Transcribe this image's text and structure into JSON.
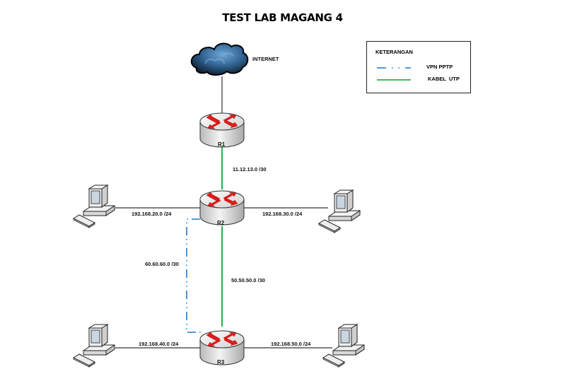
{
  "title": "TEST LAB MAGANG 4",
  "legend": {
    "title": "KETERANGAN",
    "items": [
      {
        "label": "VPN PPTP",
        "style": "dash-dot",
        "color": "#1f78c8"
      },
      {
        "label": "KABEL  UTP",
        "style": "solid",
        "color": "#22b24c"
      }
    ]
  },
  "nodes": {
    "internet": {
      "label": "INTERNET",
      "type": "cloud"
    },
    "r1": {
      "label": "R1",
      "type": "router"
    },
    "r2": {
      "label": "R2",
      "type": "router"
    },
    "r3": {
      "label": "R3",
      "type": "router"
    },
    "pc_r2_left": {
      "type": "computer"
    },
    "pc_r2_right": {
      "type": "computer"
    },
    "pc_r3_left": {
      "type": "computer"
    },
    "pc_r3_right": {
      "type": "computer"
    }
  },
  "links": {
    "internet_r1": {
      "label": "",
      "style": "plain"
    },
    "r1_r2": {
      "label": "11.12.13.0 /30",
      "style": "utp"
    },
    "r2_r3": {
      "label": "50.50.50.0 /30",
      "style": "utp"
    },
    "r2_r3_vpn": {
      "label": "60.60.60.0 /30",
      "style": "vpn"
    },
    "r2_pc_left": {
      "label": "192.168.20.0 /24",
      "style": "plain"
    },
    "r2_pc_right": {
      "label": "192.168.30.0 /24",
      "style": "plain"
    },
    "r3_pc_left": {
      "label": "192.168.40.0 /24",
      "style": "plain"
    },
    "r3_pc_right": {
      "label": "192.168.50.0 /24",
      "style": "plain"
    }
  },
  "colors": {
    "utp": "#22b24c",
    "vpn": "#1f78c8",
    "plain": "#555555",
    "router_arrow": "#e01b1b"
  }
}
